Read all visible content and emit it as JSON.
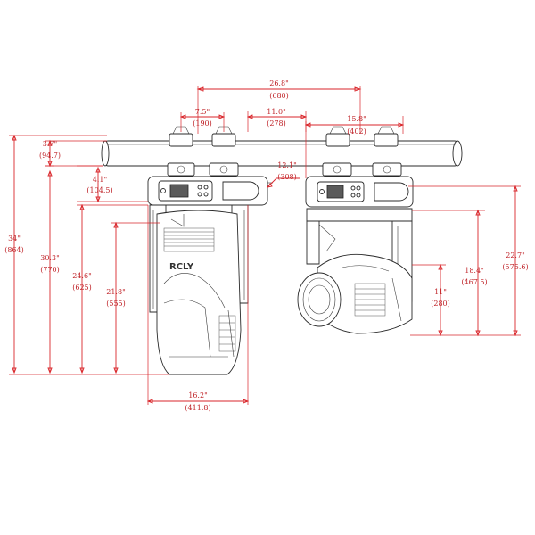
{
  "colors": {
    "dimension": "#d9262b",
    "outline": "#2b2b2b",
    "background": "#ffffff"
  },
  "product": {
    "logo_text": "RCLY"
  },
  "dimensions": {
    "top_width": {
      "imperial": "26.8\"",
      "metric": "(680)"
    },
    "clamp_spacing_left": {
      "imperial": "7.5\"",
      "metric": "(190)"
    },
    "fixture_gap": {
      "imperial": "11.0\"",
      "metric": "(278)"
    },
    "clamp_spacing_right": {
      "imperial": "15.8\"",
      "metric": "(402)"
    },
    "truss_to_top": {
      "imperial": "3.7\"",
      "metric": "(94.7)"
    },
    "pipe_to_base": {
      "imperial": "4.1\"",
      "metric": "(104.5)"
    },
    "base_depth": {
      "imperial": "12.1\"",
      "metric": "(308)"
    },
    "total_height": {
      "imperial": "34\"",
      "metric": "(864)"
    },
    "height_b": {
      "imperial": "30.3\"",
      "metric": "(770)"
    },
    "height_c": {
      "imperial": "24.6\"",
      "metric": "(625)"
    },
    "height_d": {
      "imperial": "21.8\"",
      "metric": "(555)"
    },
    "body_width": {
      "imperial": "16.2\"",
      "metric": "(411.8)"
    },
    "right_total_height": {
      "imperial": "22.7\"",
      "metric": "(575.6)"
    },
    "right_yoke_height": {
      "imperial": "18.4\"",
      "metric": "(467.5)"
    },
    "tilt_axis_height": {
      "imperial": "11\"",
      "metric": "(280)"
    }
  }
}
